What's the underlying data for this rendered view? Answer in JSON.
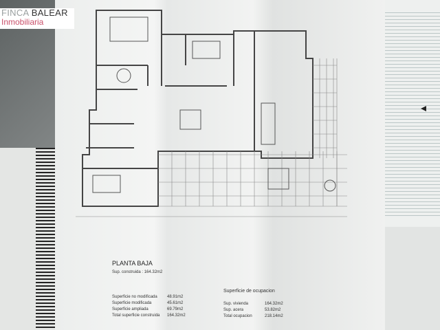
{
  "logo": {
    "brand_light": "FINCA",
    "brand_dark": "BALEAR",
    "tagline": "Inmobiliaria",
    "tagline_color": "#c9506a"
  },
  "plan": {
    "title": "PLANTA BAJA",
    "subtitle": "Sup. construida : 164.32m2",
    "areas": [
      {
        "label": "Superficie no modificada",
        "value": "48.91m2"
      },
      {
        "label": "Superficie modificada",
        "value": "45.61m2"
      },
      {
        "label": "Superficie ampliada",
        "value": "69.79m2"
      },
      {
        "label": "Total superficie construida",
        "value": "164.32m2"
      }
    ],
    "occupancy_title": "Superficie de ocupacion",
    "occupancy": [
      {
        "label": "Sup. vivienda",
        "value": "164.32m2"
      },
      {
        "label": "Sup. acera",
        "value": "53.82m2"
      },
      {
        "label": "Total ocupacion",
        "value": "218.14m2"
      }
    ]
  }
}
